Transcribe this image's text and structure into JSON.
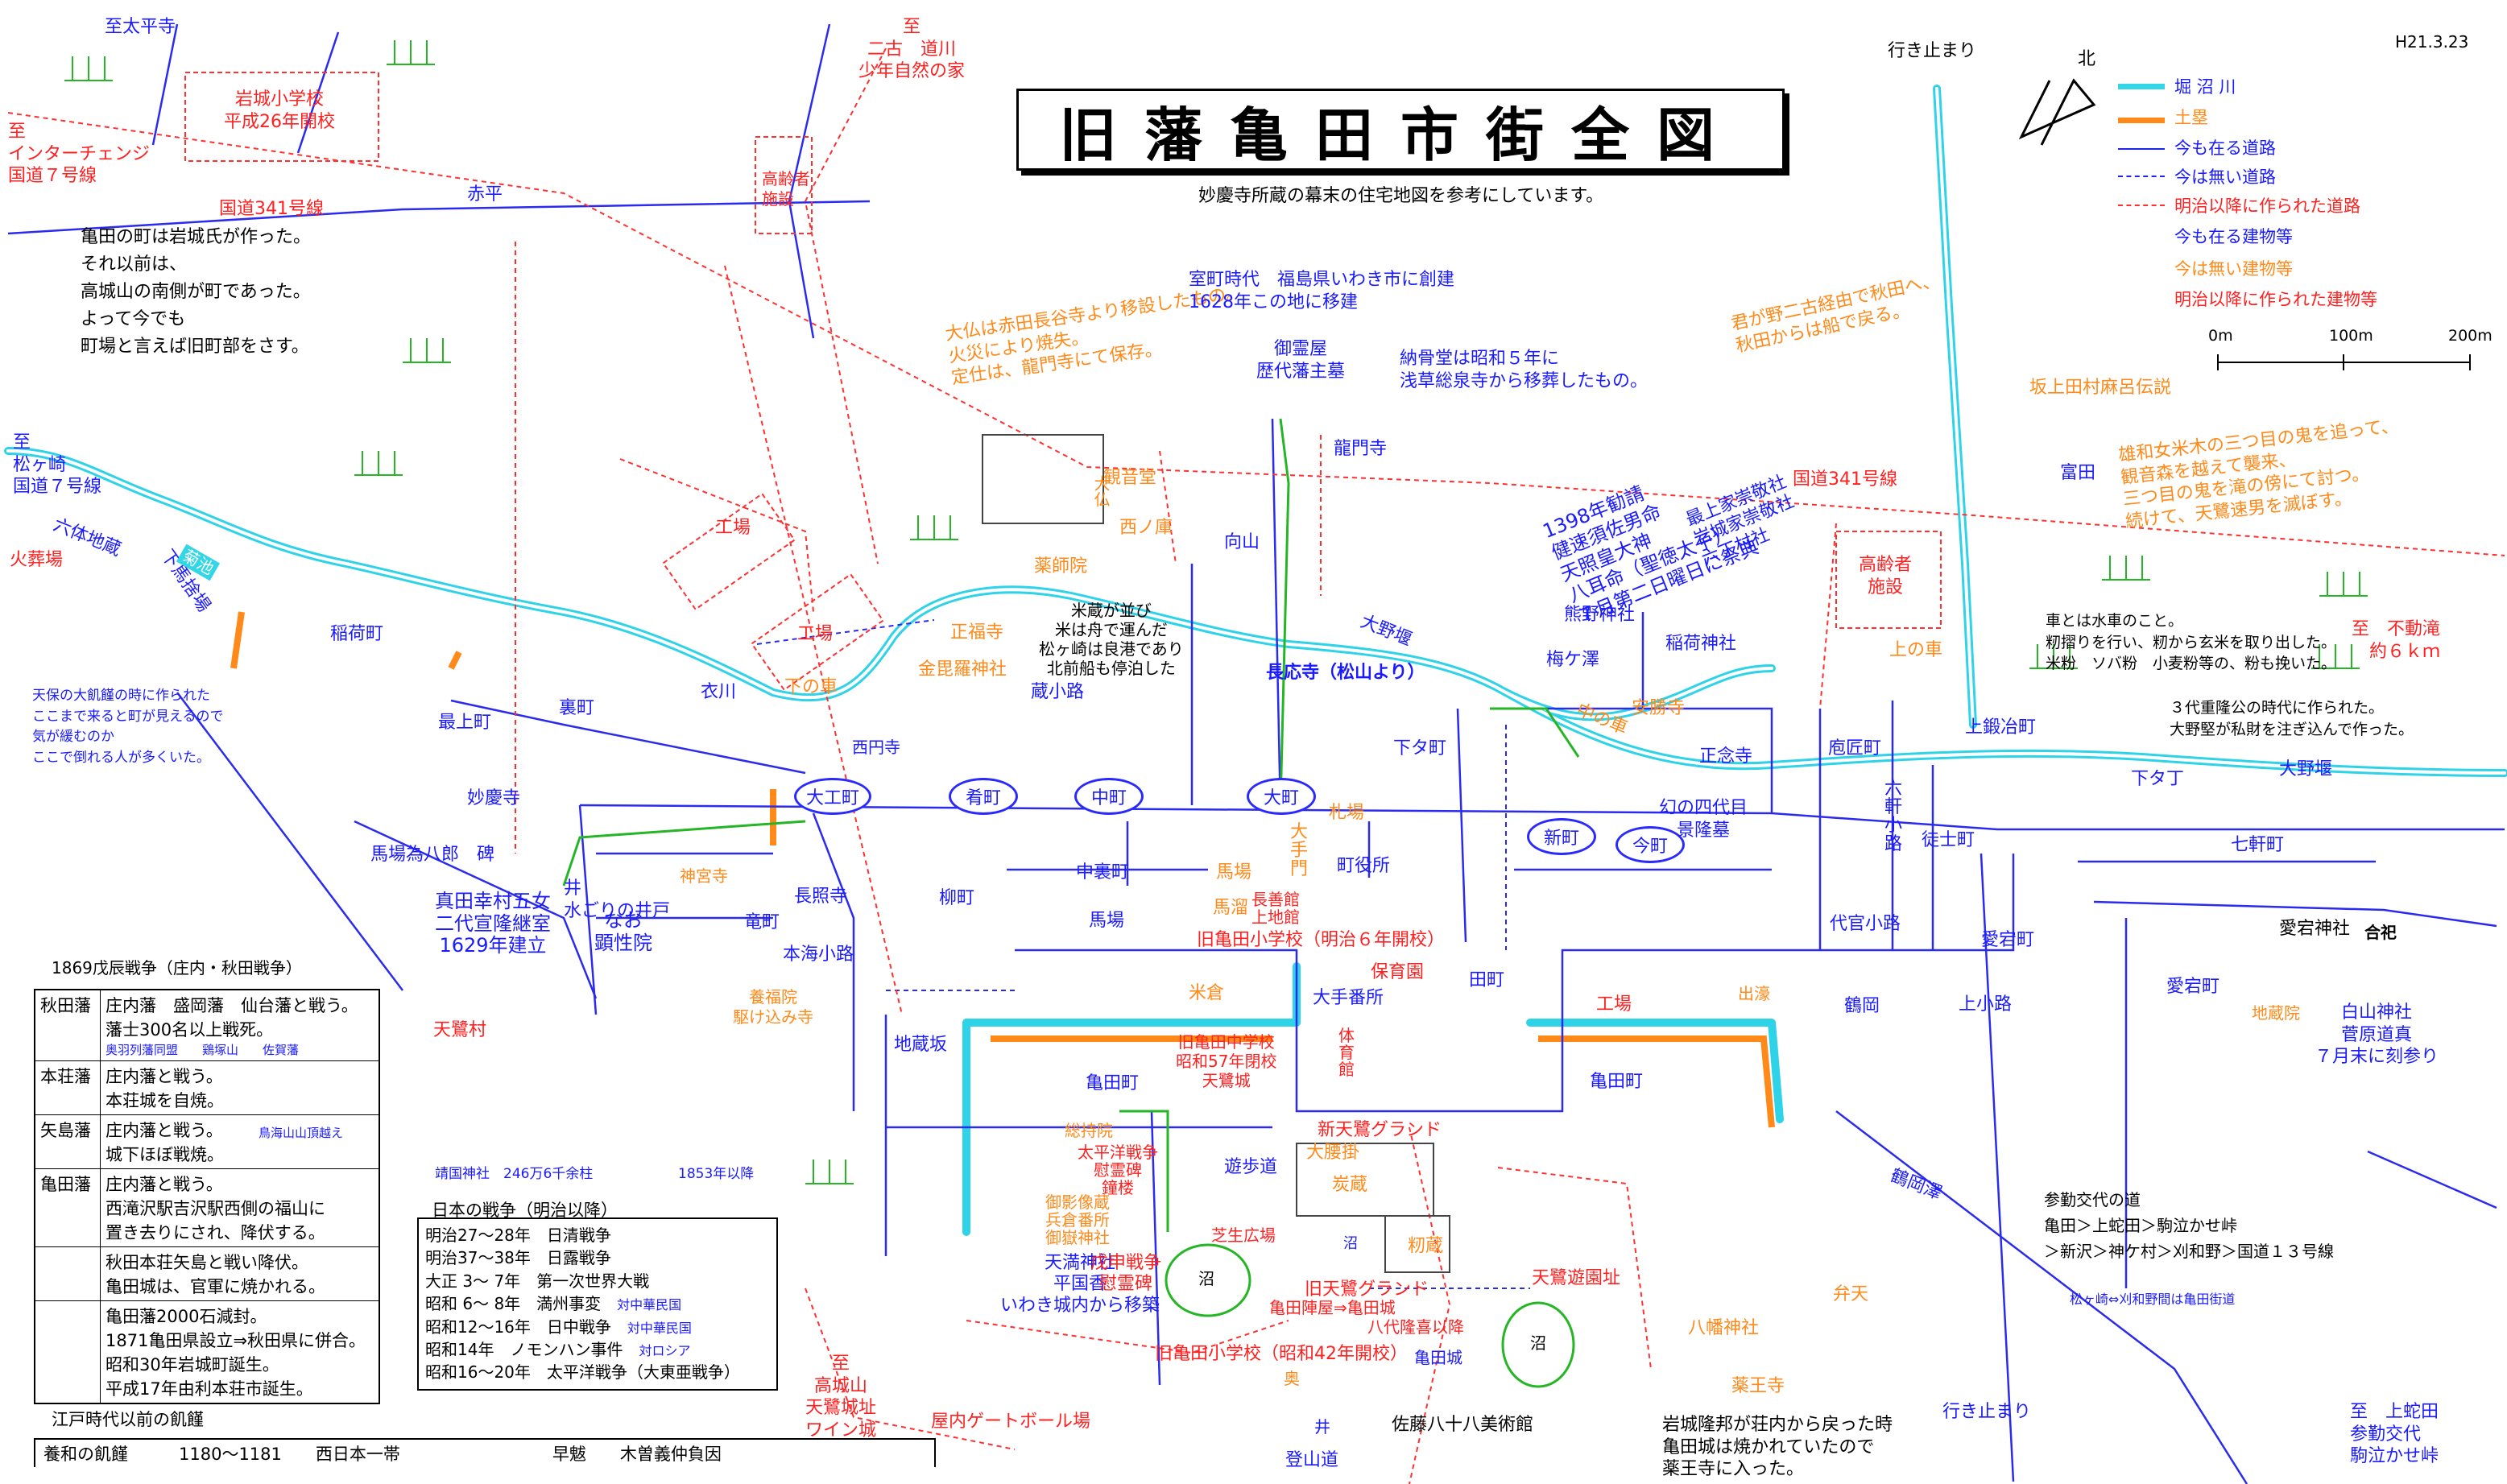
{
  "date": "H21.3.23",
  "title": "旧藩亀田市街全図",
  "subtitle": "妙慶寺所蔵の幕末の住宅地図を参考にしています。",
  "north": "北",
  "colors": {
    "moat": "#33d6e6",
    "earthwork": "#ff8a1a",
    "road_now": "#2222ee",
    "road_gone": "#2222ee",
    "road_meiji": "#ff3030",
    "bg": "#ffffff"
  },
  "legend": {
    "items": [
      {
        "label": "堀 沼 川"
      },
      {
        "label": "土塁"
      },
      {
        "label": "今も在る道路"
      },
      {
        "label": "今は無い道路"
      },
      {
        "label": "明治以降に作られた道路"
      },
      {
        "label": "今も在る建物等"
      },
      {
        "label": "今は無い建物等"
      },
      {
        "label": "明治以降に作られた建物等"
      }
    ],
    "scale": [
      "0m",
      "100m",
      "200m"
    ]
  },
  "labels": {
    "to_taiheiji": "至太平寺",
    "to_nikko": "至\n二古　道川\n少年自然の家",
    "iwaki_school": "岩城小学校\n平成26年開校",
    "elderly_top": "高齢者\n施設",
    "to_ic": "至\nインターチェンジ\n国道７号線",
    "akahira": "赤平",
    "route341_l": "国道341号線",
    "town_note": "亀田の町は岩城氏が作った。\nそれ以前は、\n高城山の南側が町であった。\nよって今でも\n町場と言えば旧町部をさす。",
    "to_matsugasaki": "至\n松ヶ崎\n国道７号線",
    "rokutai": "六体地蔵",
    "kasouba": "火葬場",
    "shimobaba": "下馬捨場",
    "kiku": "菊池",
    "inarimachi": "稲荷町",
    "famine_note": "天保の大飢饉の時に作られた\nここまで来ると町が見えるので\n気が緩むのか\nここで倒れる人が多くいた。",
    "kawa": "衣川",
    "shimonowa": "下の車",
    "saijoumachi": "最上町",
    "uramachi": "裏町",
    "myokeiji": "妙慶寺",
    "babatame": "馬場為八郎　碑",
    "sanada": "真田幸村五女\n二代宣隆継室\n1629年建立",
    "nao": "なお\n顕性院",
    "well": "井\n水ごりの井戸",
    "shinguji": "神宮寺",
    "takemachi": "竜町",
    "chokoji": "長照寺",
    "honkai": "本海小路",
    "yofuku": "養福院\n駆け込み寺",
    "jizouzaka": "地蔵坂",
    "tensagi_mura": "天鷺村",
    "yasukuni": "靖国神社　246万6千余柱",
    "since": "1853年以降",
    "daibutsu_note": "大仏は赤田長谷寺より移設したもの。\n火災により焼失。\n定仕は、龍門寺にて保存。",
    "muromachi": "室町時代　福島県いわき市に創建\n1628年この地に移建",
    "otamaya": "御霊屋\n歴代藩主墓",
    "nokotsu": "納骨堂は昭和５年に\n浅草総泉寺から移葬したもの。",
    "ryumonji": "龍門寺",
    "daibutsu": "大仏",
    "kannon": "観音堂",
    "nishinokura": "西ノ庫",
    "yakushi": "薬師院",
    "koujou1": "工場",
    "koujou2": "工場",
    "mukaiyama": "向山",
    "shofukuji": "正福寺",
    "konpira": "金毘羅神社",
    "saienji": "西円寺",
    "rice_note": "米蔵が並び\n米は舟で運んだ\n松ヶ崎は良港であり\n北前船も停泊した",
    "kura_koji": "蔵小路",
    "chokoji2": "長応寺（松山より）",
    "shimo_tamachi": "下タ町",
    "ohnosaki": "大野堰",
    "shrine_note": "1398年勧請\n健速須佐男命\n天照皇大神\n八耳命（聖徳太子）\n７月第二日曜日に祭典",
    "mogami_shrines": "最上家崇敬社\n岩城家崇敬社\n六丁村社",
    "kumano": "熊野神社",
    "umegasawa": "梅ケ澤",
    "inari_shrine": "稲荷神社",
    "anzenji": "安勝寺",
    "naka_no_kuruma": "中の車",
    "shoushuji": "正念寺",
    "phantom": "幻の四代目\n景隆墓",
    "route341_r": "国道341号線",
    "elderly_r": "高齢者\n施設",
    "komagata": "君が野二古経由で秋田へ、\n秋田からは船で戻る。",
    "sakagami": "坂上田村麻呂伝説",
    "yusan_note": "雄和女米木の三つ目の鬼を追って、\n観音森を越えて襲来、\n三つ目の鬼を滝の傍にて討つ。\n続けて、天鷺速男を滅ぼす。",
    "tomita": "富田",
    "yukidomari": "行き止まり",
    "yukidomari2": "行き止まり",
    "kami_kuruma": "上の車",
    "car_note": "車とは水車のこと。\n籾摺りを行い、籾から玄米を取り出した。\n米粉　ソバ粉　小麦粉等の、粉も挽いた。",
    "to_fudo": "至　不動滝\n約６ｋｍ",
    "shigetaka_note": "３代重隆公の時代に作られた。\n大野堅が私財を注ぎ込んで作った。",
    "takumimachi": "庖匠町",
    "kamikaji": "上鍛冶町",
    "rokuken": "六\n軒\n小\n路",
    "toshimachi": "徒士町",
    "shimotatta": "下タ丁",
    "ohnosaki2": "大野堰",
    "shichiken": "七軒町",
    "sakuraba": "札場",
    "ote": "大\n手\n門",
    "machiyakusho": "町役所",
    "nakaura": "中裏町",
    "baba": "馬場",
    "baba2": "馬場",
    "yanagimachi": "柳町",
    "umaya": "馬溜",
    "chozenkan": "長善館\n上地館",
    "old_school": "旧亀田小学校（明治６年開校）",
    "hoikuen": "保育園",
    "tamachi": "田町",
    "kome_kura": "米倉",
    "ote_bansho": "大手番所",
    "koujou3": "工場",
    "debori": "出濠",
    "tsuruoka": "鶴岡",
    "kamikoji": "上小路",
    "daikan": "代官小路",
    "atago": "愛宕町",
    "atago_shrine": "愛宕神社",
    "gousai": "合祀",
    "atago2": "愛宕町",
    "jizoin": "地蔵院",
    "hakusan": "白山神社\n菅原道真\n７月末に刻参り",
    "kameda_machi": "亀田町",
    "kameda_machi2": "亀田町",
    "jhs": "旧亀田中学校\n昭和57年閉校\n天鷺城",
    "taiikukan": "体\n育\n館",
    "shin_grand": "新天鷺グランド",
    "oyashiki": "大腰掛",
    "sumizou": "炭蔵",
    "soji": "総持院",
    "war_monument": "太平洋戦争\n慰霊碑\n鐘楼",
    "goreiya": "御影像蔵\n兵倉番所\n御嶽神社",
    "yuhodo": "遊歩道",
    "shibafu": "芝生広場",
    "tenmangu": "天満神社\n平国香\nいわき城内から移築",
    "boshin": "戊申戦争\n慰霊碑",
    "numa": "沼",
    "numa2": "沼",
    "numa3": "沼",
    "old_grand": "旧天鷺グランド",
    "kameda_jinya": "亀田陣屋⇒亀田城",
    "hachidai": "八代隆喜以降",
    "kameda_castle": "亀田城",
    "momizou": "籾蔵",
    "tensagi_site": "天鷺遊園址",
    "hachiman": "八幡神社",
    "benten": "弁天",
    "old_es": "旧亀田小学校（昭和42年開校）",
    "oku": "奥",
    "sato_museum": "佐藤八十八美術館",
    "yakuouji": "薬王寺",
    "yakuo_note": "岩城隆邦が荘内から戻った時\n亀田城は焼かれていたので\n薬王寺に入った。",
    "to_takashiro": "至\n高城山\n天鷺城址\nワイン城",
    "gateball": "屋内ゲートボール場",
    "well2": "井",
    "tozanmichi": "登山道",
    "kouyama": "至高城山",
    "to_kami": "至　上蛇田\n参勤交代\n駒泣かせ峠",
    "tsuruoka_sawa": "鶴岡澤",
    "sankin": "参勤交代の道\n亀田＞上蛇田＞駒泣かせ峠\n＞新沢＞神ケ村＞刈和野＞国道１３号線",
    "matsugasaki_road": "松ヶ崎⇔刈和野間は亀田街道",
    "hanzan": "藩",
    "jinya_mark": "奥"
  },
  "towns": [
    "大工町",
    "肴町",
    "中町",
    "大町",
    "新町",
    "今町"
  ],
  "history": {
    "heading": "1869戊辰戦争（庄内・秋田戦争）",
    "rows": [
      {
        "k": "秋田藩",
        "v": "庄内藩　盛岡藩　仙台藩と戦う。\n藩士300名以上戦死。",
        "note": "奥羽列藩同盟　　鶏塚山　　佐賀藩"
      },
      {
        "k": "本荘藩",
        "v": "庄内藩と戦う。\n本荘城を自焼。",
        "note": ""
      },
      {
        "k": "矢島藩",
        "v": "庄内藩と戦う。\n城下ほぼ戦焼。",
        "note": "鳥海山山頂越え"
      },
      {
        "k": "亀田藩",
        "v": "庄内藩と戦う。\n西滝沢駅吉沢駅西側の福山に\n置き去りにされ、降伏する。",
        "note": ""
      },
      {
        "k": "",
        "v": "秋田本荘矢島と戦い降伏。\n亀田城は、官軍に焼かれる。",
        "note": ""
      },
      {
        "k": "",
        "v": "亀田藩2000石減封。\n1871亀田県設立⇒秋田県に併合。\n昭和30年岩城町誕生。\n平成17年由利本荘市誕生。",
        "note": ""
      }
    ]
  },
  "wars": {
    "heading": "日本の戦争（明治以降）",
    "rows": [
      {
        "period": "明治27～28年",
        "name": "日清戦争",
        "opp": ""
      },
      {
        "period": "明治37～38年",
        "name": "日露戦争",
        "opp": ""
      },
      {
        "period": "大正 3～ 7年",
        "name": "第一次世界大戦",
        "opp": ""
      },
      {
        "period": "昭和 6～ 8年",
        "name": "満州事変",
        "opp": "対中華民国"
      },
      {
        "period": "昭和12～16年",
        "name": "日中戦争",
        "opp": "対中華民国"
      },
      {
        "period": "昭和14年",
        "name": "ノモンハン事件",
        "opp": "対ロシア"
      },
      {
        "period": "昭和16～20年",
        "name": "太平洋戦争（大東亜戦争）",
        "opp": ""
      }
    ]
  },
  "famine": {
    "heading": "江戸時代以前の飢饉",
    "row": "養和の飢饉　　　1180～1181　　西日本一帯　　　　　　　　　早魃　　木曽義仲負因"
  }
}
